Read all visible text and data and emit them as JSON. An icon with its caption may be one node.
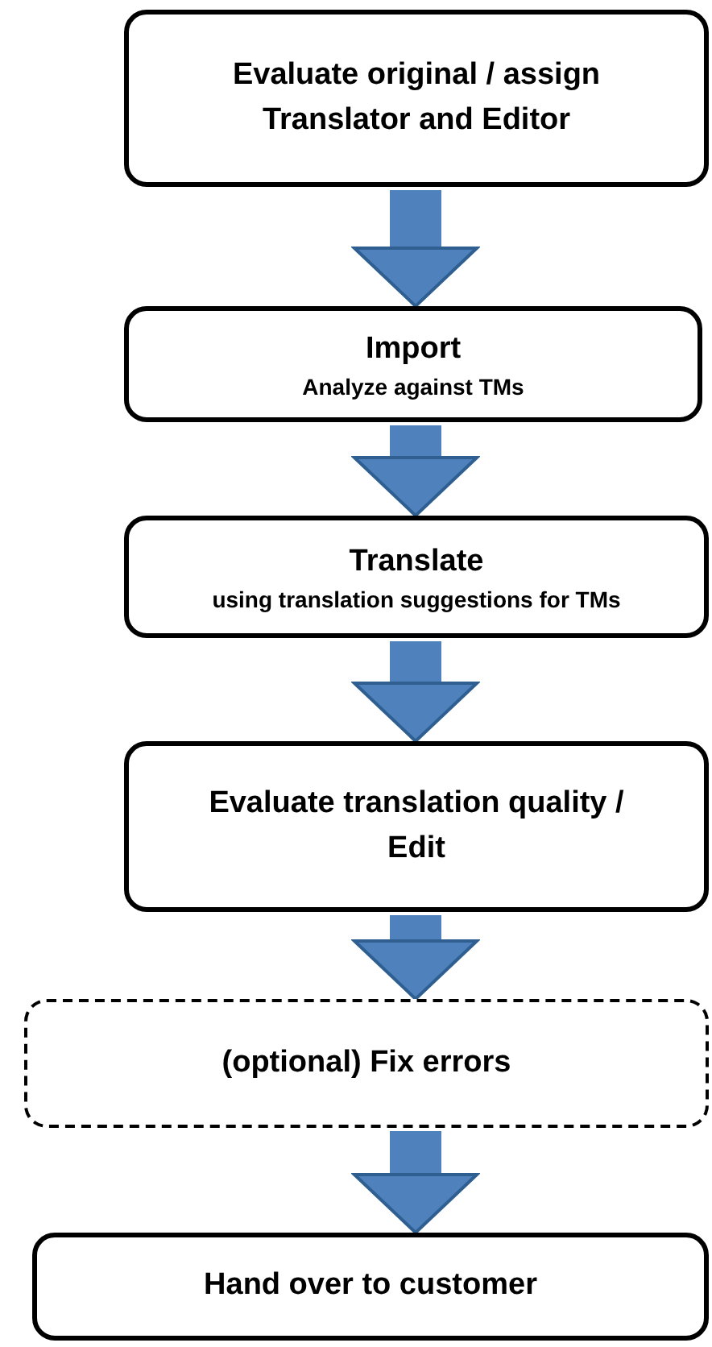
{
  "diagram": {
    "nodes": [
      {
        "text": [
          "Evaluate original / assign Translator and Editor"
        ]
      },
      {
        "text": [
          "Import",
          "Analyze against TMs"
        ]
      },
      {
        "text": [
          "Translate",
          "using translation suggestions for TMs"
        ]
      },
      {
        "text": [
          "Evaluate translation quality / Edit"
        ]
      },
      {
        "text": [
          "(optional) Fix errors"
        ]
      },
      {
        "text": [
          "Hand over to customer"
        ]
      }
    ],
    "edges": [
      {
        "from": 0,
        "to": 1,
        "arrow": "to"
      },
      {
        "from": 1,
        "to": 2,
        "arrow": "to"
      },
      {
        "from": 2,
        "to": 3,
        "arrow": "to"
      },
      {
        "from": 3,
        "to": 4,
        "arrow": "to"
      },
      {
        "from": 4,
        "to": 5,
        "arrow": "to"
      }
    ]
  }
}
